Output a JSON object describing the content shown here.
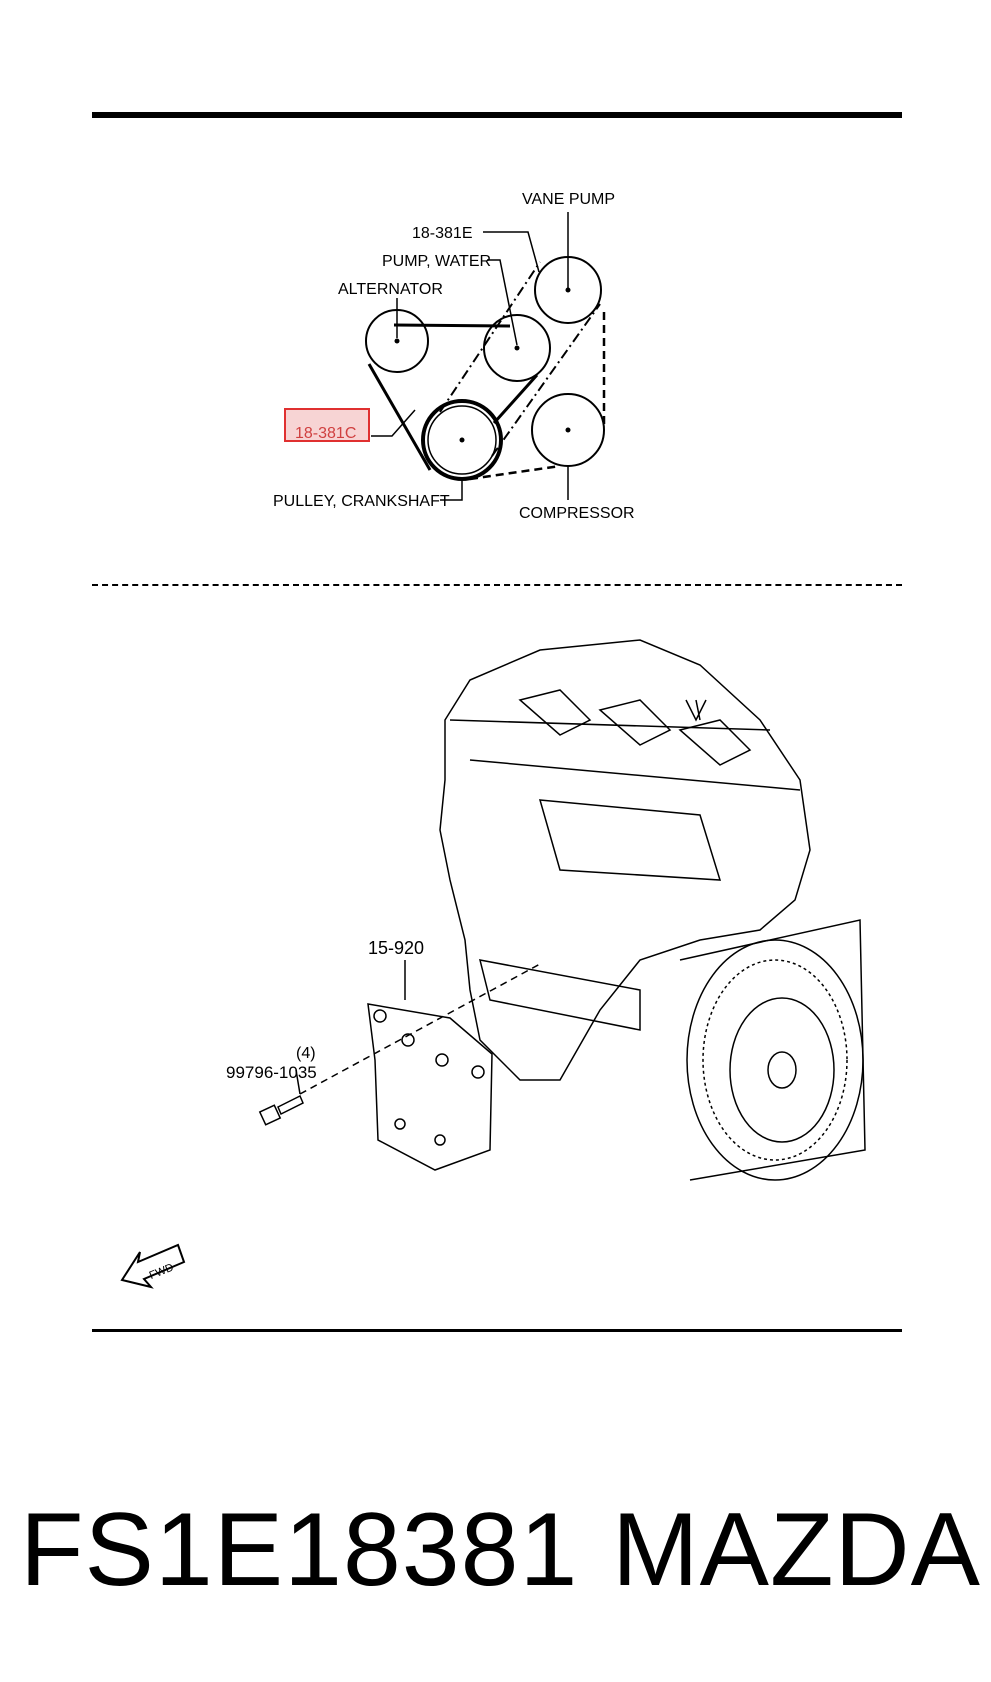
{
  "belt_diagram": {
    "vane_pump": "VANE  PUMP",
    "part_18_381e": "18-381E",
    "pump_water": "PUMP, WATER",
    "alternator": "ALTERNATOR",
    "part_18_381c": "18-381C",
    "pulley_crankshaft": "PULLEY, CRANKSHAFT",
    "compressor": "COMPRESSOR",
    "highlight_color": "#e03030"
  },
  "assembly": {
    "part_15_920": "15-920",
    "bolt_part": "99796-1035",
    "bolt_qty": "(4)",
    "fwd_label": "FWD"
  },
  "footer": {
    "part_number": "FS1E18381",
    "brand": "MAZDA"
  }
}
